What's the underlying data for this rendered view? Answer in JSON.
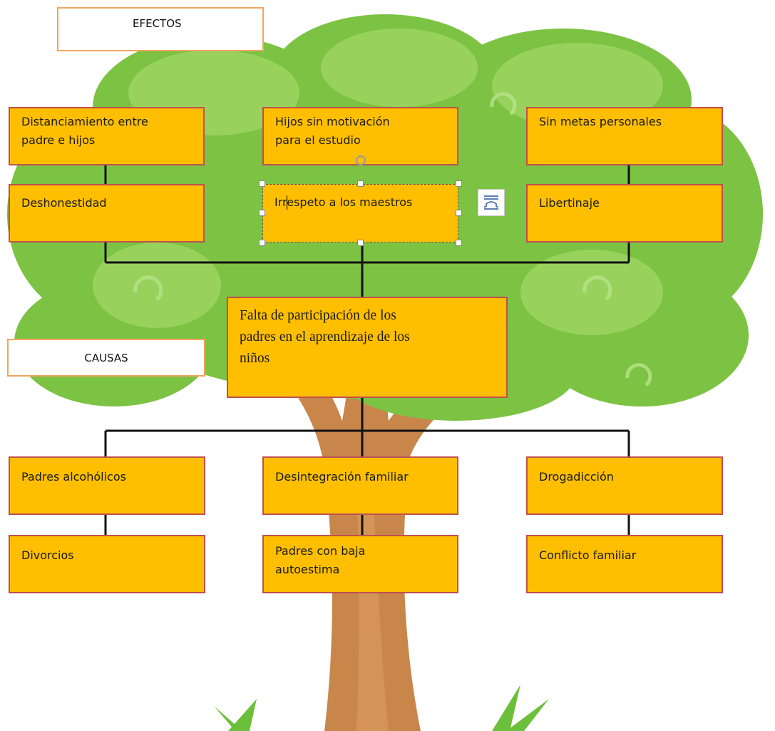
{
  "colors": {
    "box_fill": "#ffbf00",
    "box_border": "#c0504d",
    "heading_border": "#f4a460",
    "connector": "#111111",
    "foliage": "#7cc243",
    "trunk": "#c8864a"
  },
  "effects_heading": "EFECTOS",
  "causes_heading": "CAUSAS",
  "problem": [
    "Falta de participación de los",
    "padres en el aprendizaje de los",
    "niños"
  ],
  "effects": {
    "top_row": [
      [
        "Distanciamiento entre",
        "padre e hijos"
      ],
      [
        "Hijos  sin motivación",
        "para el estudio"
      ],
      [
        "Sin metas personales"
      ]
    ],
    "second_row": [
      [
        "Deshonestidad"
      ],
      [
        "Irrespeto a los maestros"
      ],
      [
        "Libertinaje"
      ]
    ]
  },
  "causes": {
    "first_row": [
      [
        "Padres alcohólicos"
      ],
      [
        "Desintegración familiar"
      ],
      [
        "Drogadicción"
      ]
    ],
    "second_row": [
      [
        "Divorcios"
      ],
      [
        "Padres  con baja",
        "autoestima"
      ],
      [
        "Conflicto familiar"
      ]
    ]
  },
  "icons": {
    "layout_options": "layout-options-icon",
    "rotate_handle": "rotate-handle-icon"
  }
}
